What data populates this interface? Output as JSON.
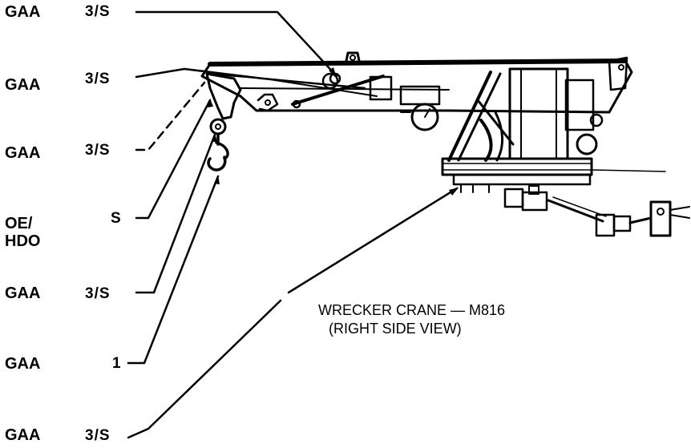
{
  "callouts": [
    {
      "lubricant": "GAA",
      "interval": "3/S"
    },
    {
      "lubricant": "GAA",
      "interval": "3/S"
    },
    {
      "lubricant": "GAA",
      "interval": "3/S"
    },
    {
      "lubricant": "OE/\nHDO",
      "interval": "S"
    },
    {
      "lubricant": "GAA",
      "interval": "3/S"
    },
    {
      "lubricant": "GAA",
      "interval": "1"
    },
    {
      "lubricant": "GAA",
      "interval": "3/S"
    }
  ],
  "caption": {
    "title": "WRECKER CRANE — M816",
    "subtitle": "(RIGHT SIDE VIEW)"
  }
}
